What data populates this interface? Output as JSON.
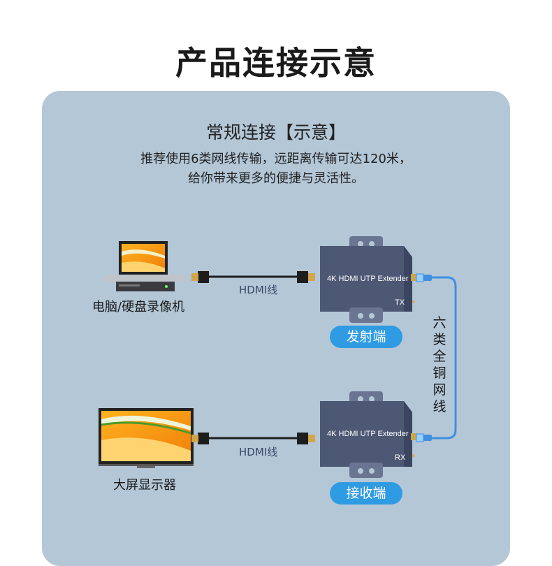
{
  "title": "产品连接示意",
  "subtitle": "常规连接【示意】",
  "description": {
    "line1": "推荐使用6类网线传输，远距离传输可达120米，",
    "line2": "给你带来更多的便捷与灵活性。"
  },
  "source_device_label": "电脑/硬盘录像机",
  "display_device_label": "大屏显示器",
  "hdmi_cable_label": "HDMI线",
  "tx_unit": {
    "model": "4K HDMI UTP Extender",
    "tag": "TX",
    "role": "发射端"
  },
  "rx_unit": {
    "model": "4K HDMI UTP Extender",
    "tag": "RX",
    "role": "接收端"
  },
  "network_cable_label": "六类全铜网线",
  "colors": {
    "panel": "#b4c7d7",
    "device_body": "#4d5874",
    "pill": "#2f9be3",
    "network_cable": "#3f8fe0"
  }
}
